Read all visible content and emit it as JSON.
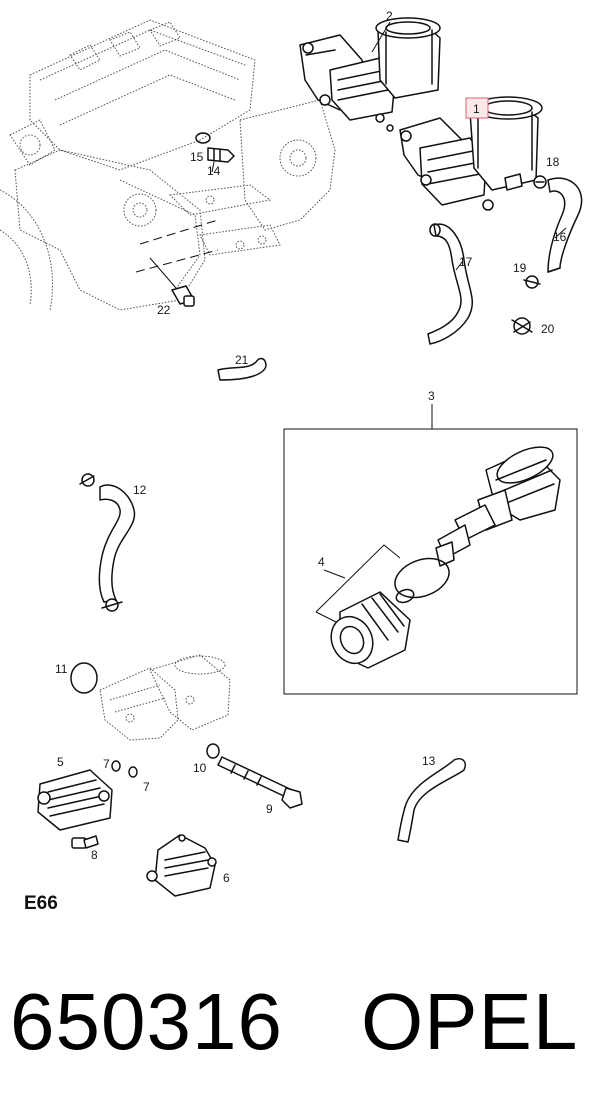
{
  "diagram": {
    "section_code": "E66",
    "callouts": {
      "c1": "1",
      "c2": "2",
      "c3": "3",
      "c4": "4",
      "c5": "5",
      "c6": "6",
      "c7a": "7",
      "c7b": "7",
      "c8": "8",
      "c9": "9",
      "c10": "10",
      "c11": "11",
      "c12": "12",
      "c13": "13",
      "c14": "14",
      "c15": "15",
      "c16": "16",
      "c17": "17",
      "c18": "18",
      "c19": "19",
      "c20": "20",
      "c21": "21",
      "c22": "22"
    },
    "highlighted_callout": "1"
  },
  "caption": {
    "part_number": "650316",
    "brand": "OPEL"
  }
}
